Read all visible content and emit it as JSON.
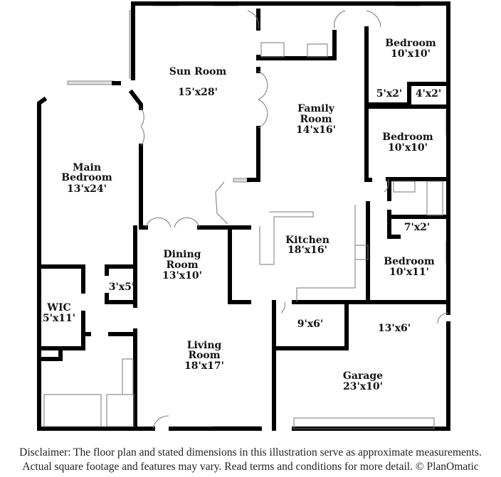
{
  "rooms": [
    {
      "name": "Sun Room",
      "size": "15'x28'"
    },
    {
      "name": "Family Room",
      "size": "14'x16'"
    },
    {
      "name": "Bedroom",
      "size": "10'x10'"
    },
    {
      "name": "Bedroom",
      "size": "10'x10'"
    },
    {
      "name": "Bedroom",
      "size": "10'x11'"
    },
    {
      "name": "Main Bedroom",
      "size": "13'x24'"
    },
    {
      "name": "Dining Room",
      "size": "13'x10'"
    },
    {
      "name": "Kitchen",
      "size": "18'x16'"
    },
    {
      "name": "WIC",
      "size": "5'x11'"
    },
    {
      "name": "Living Room",
      "size": "18'x17'"
    },
    {
      "name": "Garage",
      "size": "23'x10'"
    }
  ],
  "closets": [
    "5'x2'",
    "4'x2'",
    "7'x2'",
    "3'x5'",
    "9'x6'",
    "13'x6'"
  ],
  "disclaimer": {
    "line1": "Disclaimer: The floor plan and stated dimensions in this illustration serve as approximate measurements.",
    "line2": "Actual square footage and features may vary. Read terms and conditions for more detail. © PlanOmatic"
  }
}
